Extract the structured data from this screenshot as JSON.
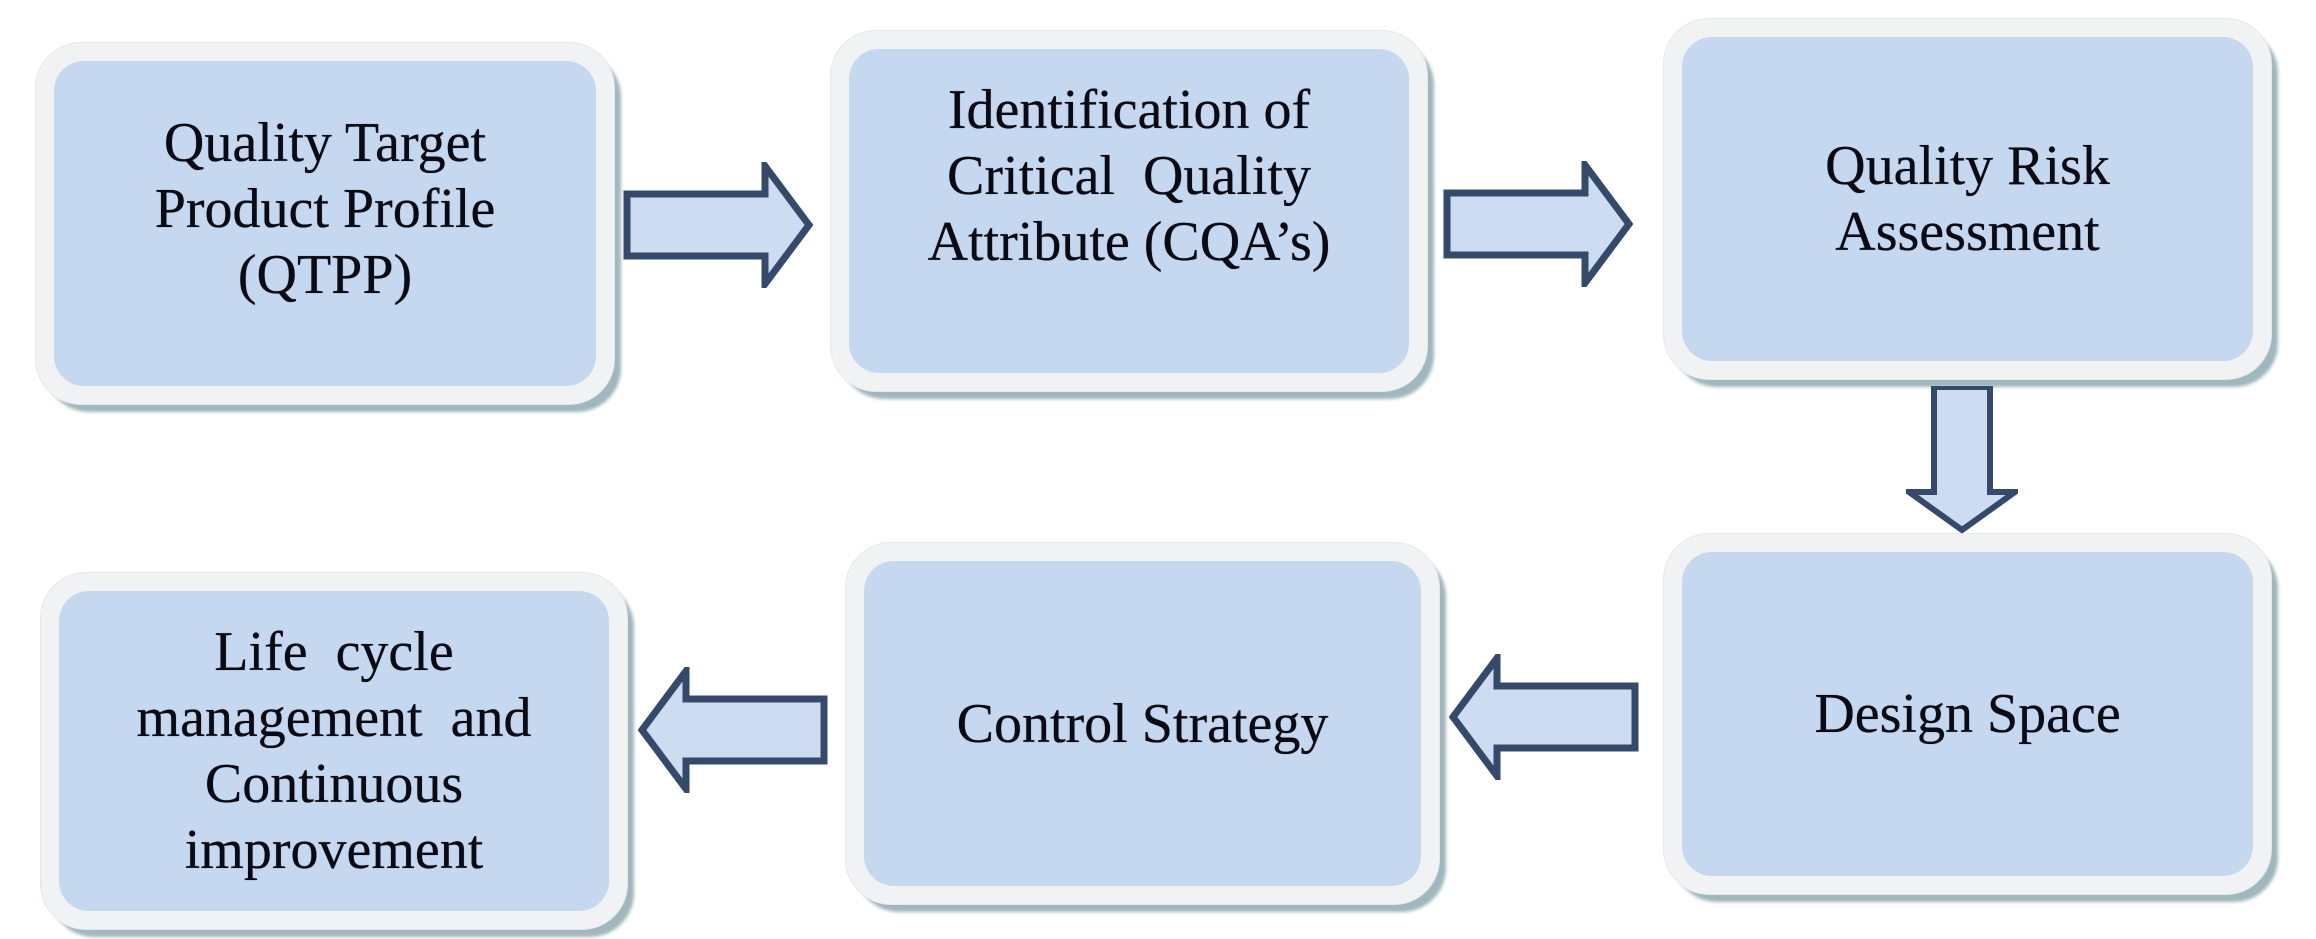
{
  "flowchart": {
    "boxes": [
      {
        "id": "qtpp",
        "lines": [
          "Quality Target",
          "Product Profile",
          "(QTPP)"
        ]
      },
      {
        "id": "cqa",
        "lines": [
          "Identification of",
          "Critical  Quality",
          "Attribute (CQA’s)"
        ]
      },
      {
        "id": "qra",
        "lines": [
          "Quality Risk",
          "Assessment"
        ]
      },
      {
        "id": "design-space",
        "lines": [
          "Design Space"
        ]
      },
      {
        "id": "control-strategy",
        "lines": [
          "Control Strategy"
        ]
      },
      {
        "id": "lifecycle",
        "lines": [
          "Life  cycle",
          "management  and",
          "Continuous",
          "improvement"
        ]
      }
    ],
    "arrows": [
      {
        "name": "arrow-qtpp-to-cqa",
        "direction": "right",
        "from": "qtpp",
        "to": "cqa"
      },
      {
        "name": "arrow-cqa-to-qra",
        "direction": "right",
        "from": "cqa",
        "to": "qra"
      },
      {
        "name": "arrow-qra-to-design-space",
        "direction": "down",
        "from": "qra",
        "to": "design-space"
      },
      {
        "name": "arrow-design-space-to-control-strategy",
        "direction": "left",
        "from": "design-space",
        "to": "control-strategy"
      },
      {
        "name": "arrow-control-strategy-to-lifecycle",
        "direction": "left",
        "from": "control-strategy",
        "to": "lifecycle"
      }
    ],
    "colors": {
      "box_fill": "#c6d8ef",
      "box_border": "#f1f2f4",
      "box_shadow": "#9fb7bd",
      "arrow_fill": "#cedcf2",
      "arrow_stroke": "#35496a",
      "text": "#0a0a14",
      "background": "#ffffff"
    }
  }
}
